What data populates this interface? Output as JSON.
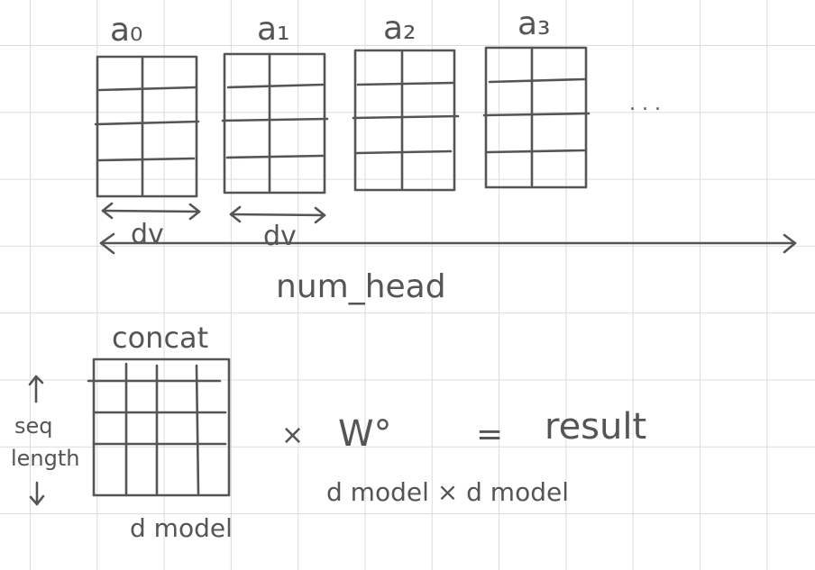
{
  "heads": [
    {
      "label": "a₀"
    },
    {
      "label": "a₁"
    },
    {
      "label": "a₂"
    },
    {
      "label": "a₃"
    }
  ],
  "ellipsis": ". . .",
  "dv_label": "dv",
  "num_head_label": "num_head",
  "concat_label": "concat",
  "seq_length_label": [
    "seq",
    "length"
  ],
  "dmodel_label": "d model",
  "times_symbol": "×",
  "wo_label": "W°",
  "equals_symbol": "=",
  "result_label": "result",
  "wo_dim_label": "d model × d model",
  "colors": {
    "ink": "#555555",
    "grid": "#dcdcdc",
    "background": "#ffffff"
  }
}
